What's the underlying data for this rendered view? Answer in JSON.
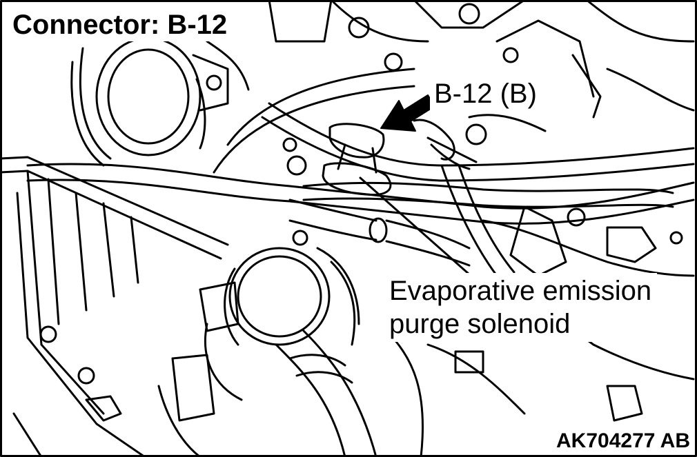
{
  "title": "Connector: B-12",
  "connector_callout": "B-12 (B)",
  "component_callout": {
    "line1": "Evaporative emission",
    "line2": "purge solenoid"
  },
  "figure_code": "AK704277 AB",
  "colors": {
    "ink": "#000000",
    "paper": "#ffffff"
  }
}
